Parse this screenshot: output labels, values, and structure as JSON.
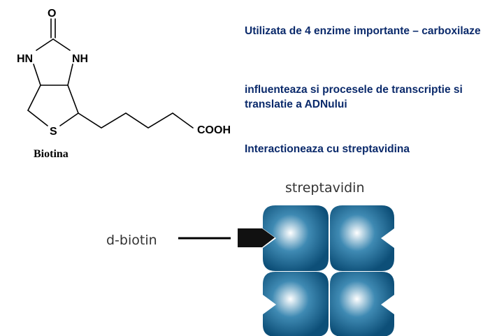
{
  "molecule": {
    "atoms": {
      "oxygen": "O",
      "nh_left": "HN",
      "nh_right": "NH",
      "sulfur": "S",
      "carboxyl": "COOH"
    },
    "caption": "Biotina"
  },
  "facts": [
    "Utilizata de 4 enzime importante – carboxilaze",
    "influenteaza si procesele de transcriptie si translatie a ADNului",
    "Interactioneaza cu streptavidina"
  ],
  "binding_diagram": {
    "protein_label": "streptavidin",
    "ligand_label": "d-biotin",
    "subunit_count": 4
  },
  "colors": {
    "fact_text": "#0b2a6b",
    "subunit_light": "#ffffff",
    "subunit_mid": "#3f8ab3",
    "subunit_dark": "#0d4f78"
  }
}
